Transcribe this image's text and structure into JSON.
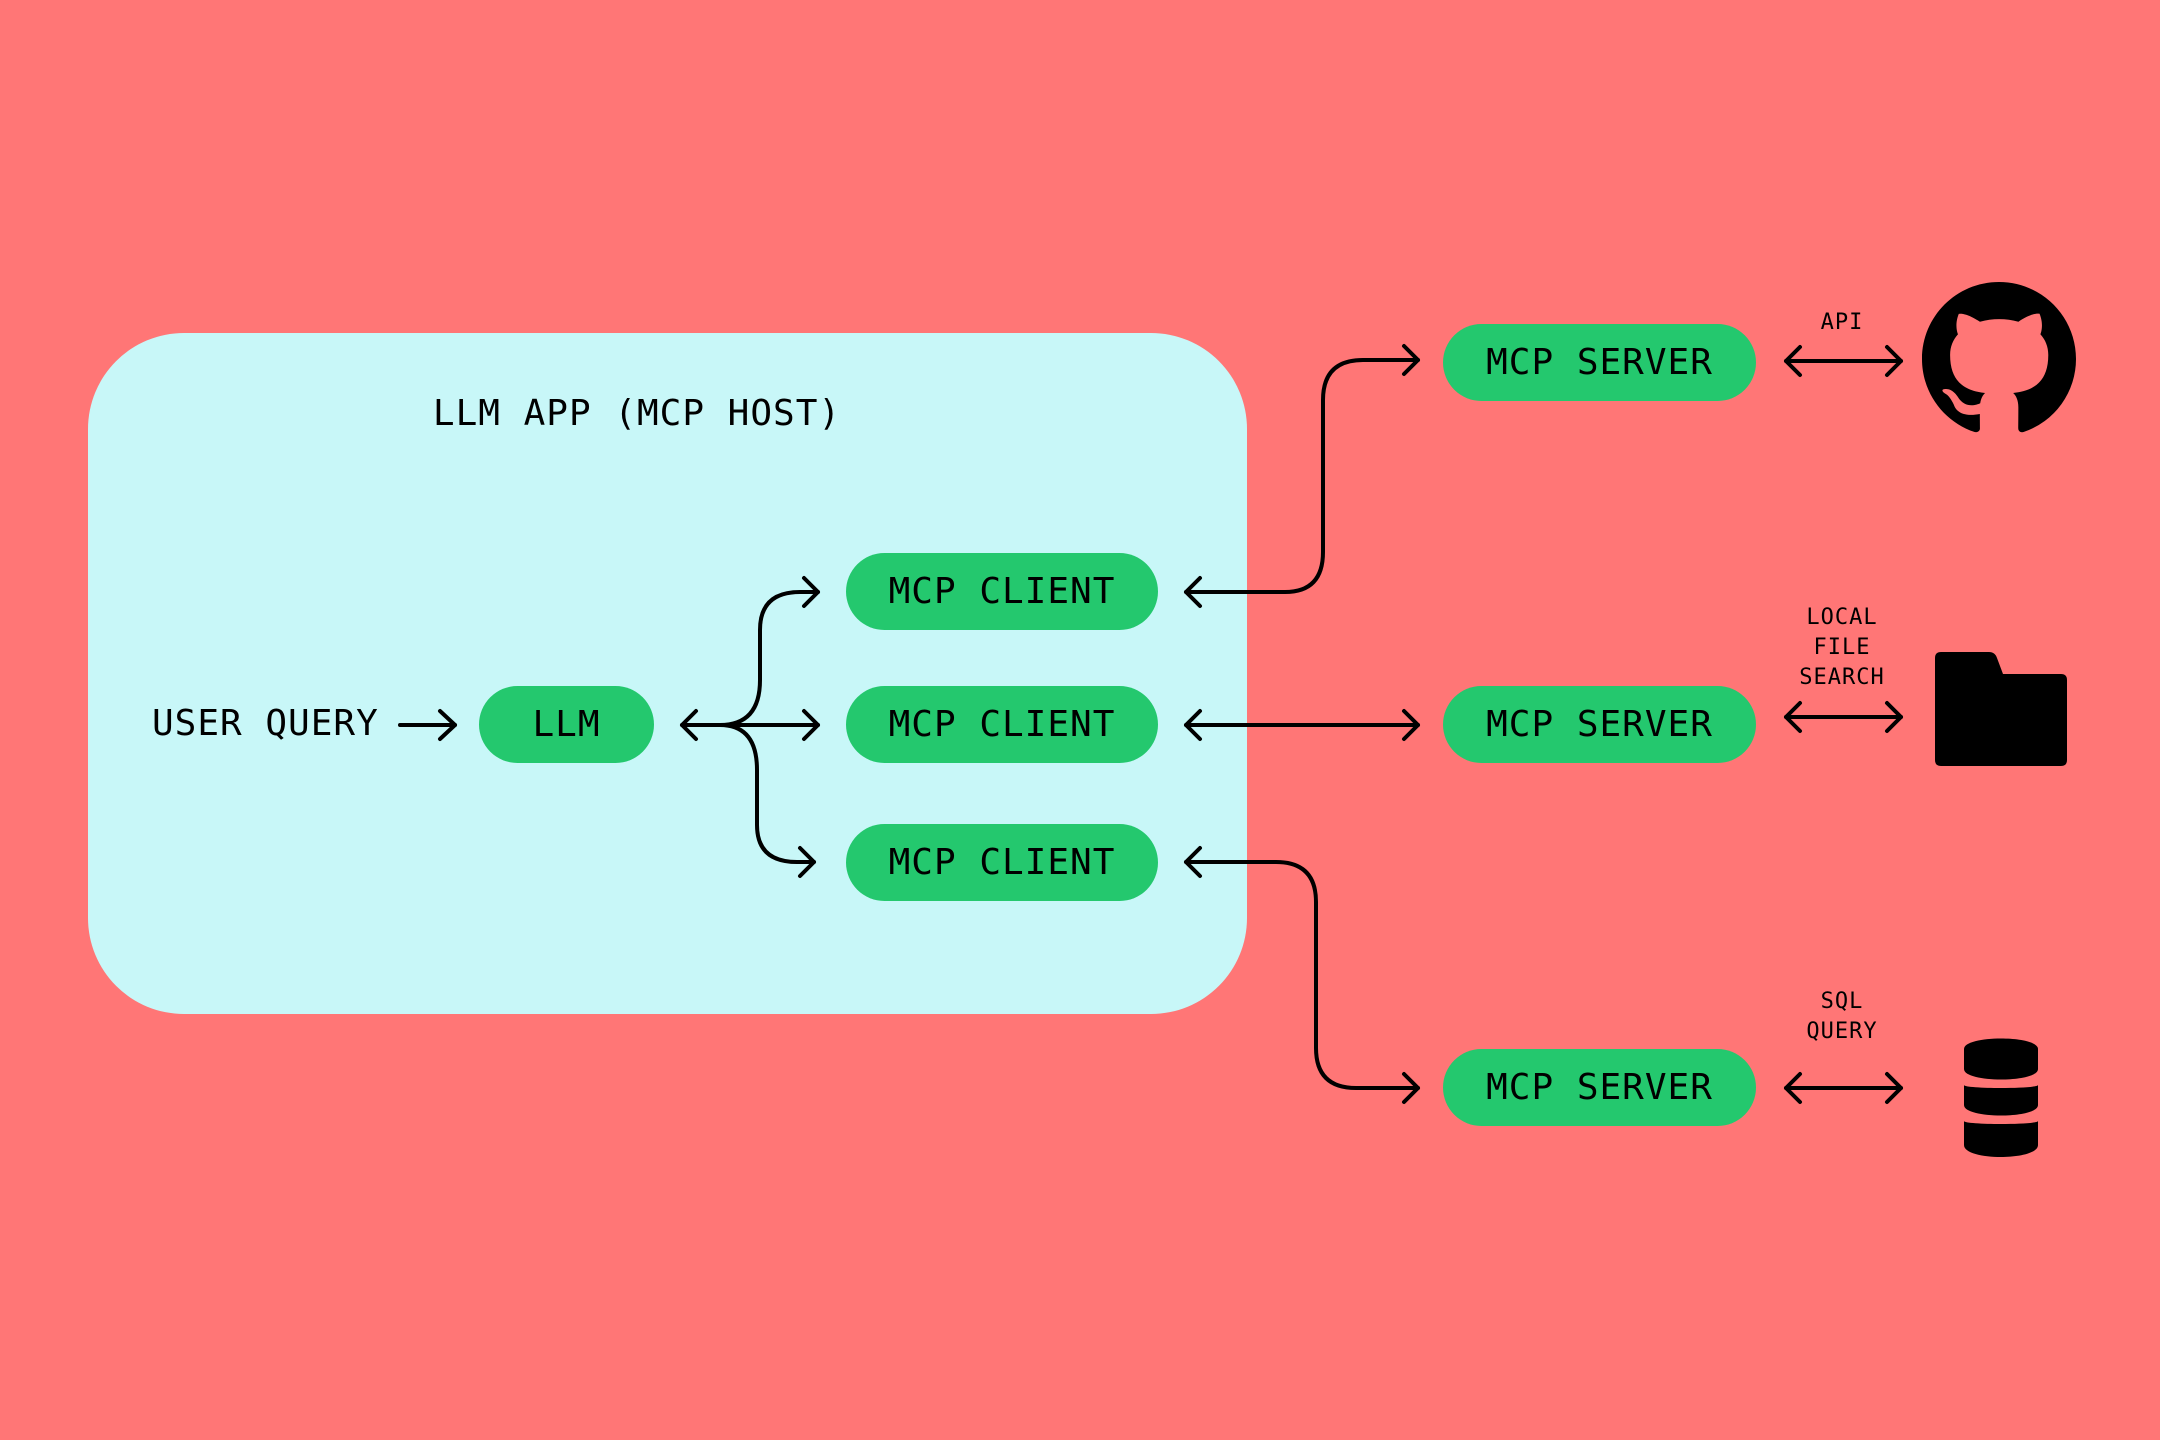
{
  "host": {
    "title": "LLM APP (MCP HOST)"
  },
  "user_query": "USER QUERY",
  "llm": "LLM",
  "clients": [
    {
      "label": "MCP CLIENT"
    },
    {
      "label": "MCP CLIENT"
    },
    {
      "label": "MCP CLIENT"
    }
  ],
  "servers": [
    {
      "label": "MCP SERVER",
      "link_lines": [
        "API"
      ],
      "resource_icon": "github-icon"
    },
    {
      "label": "MCP SERVER",
      "link_lines": [
        "LOCAL",
        "FILE",
        "SEARCH"
      ],
      "resource_icon": "folder-icon"
    },
    {
      "label": "MCP SERVER",
      "link_lines": [
        "SQL",
        "QUERY"
      ],
      "resource_icon": "database-icon"
    }
  ],
  "colors": {
    "background": "#FF7676",
    "host_box": "#C8F7F8",
    "pill": "#24C86E",
    "ink": "#000000"
  }
}
